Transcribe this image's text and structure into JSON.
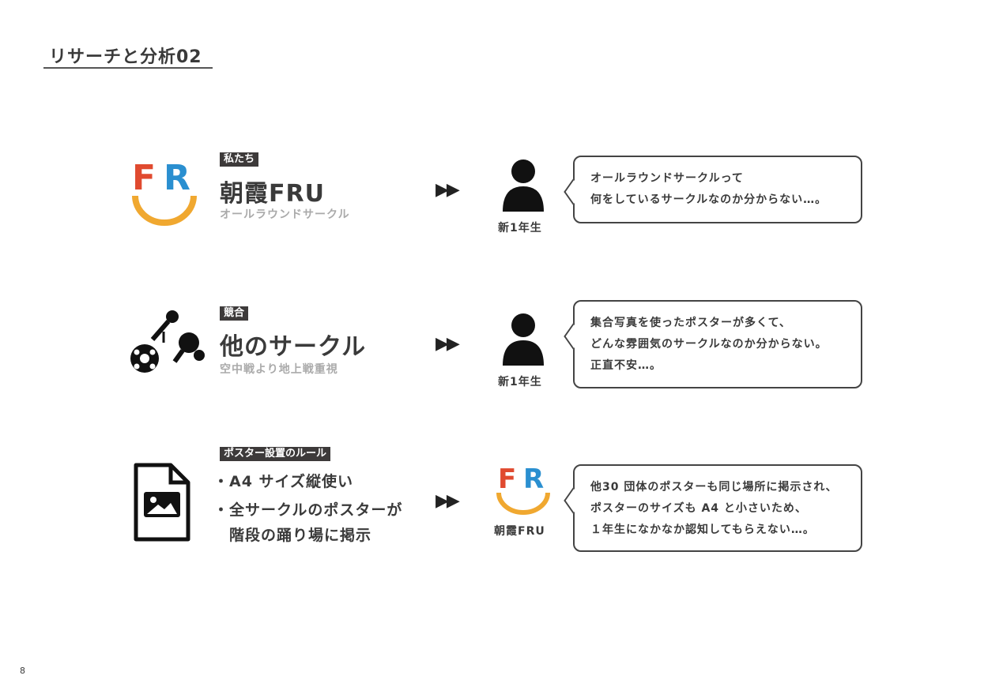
{
  "title": "リサーチと分析02",
  "page_number": "8",
  "colors": {
    "logo_f": "#e04a2f",
    "logo_r": "#2a8fd0",
    "logo_arc": "#f0a830"
  },
  "rows": [
    {
      "tag": "私たち",
      "name": "朝霞FRU",
      "subtitle": "オールラウンドサークル",
      "audience": "新1年生",
      "arrow": "▶▶",
      "bubble": [
        "オールラウンドサークルって",
        "何をしているサークルなのか分からない…。"
      ]
    },
    {
      "tag": "競合",
      "name": "他のサークル",
      "subtitle": "空中戦より地上戦重視",
      "audience": "新1年生",
      "arrow": "▶▶",
      "bubble": [
        "集合写真を使ったポスターが多くて、",
        "どんな雰囲気のサークルなのか分からない。",
        "正直不安…。"
      ]
    },
    {
      "tag": "ポスター設置のルール",
      "bullets": [
        "・A4 サイズ縦使い",
        "・全サークルのポスターが",
        "　階段の踊り場に掲示"
      ],
      "audience": "朝霞FRU",
      "arrow": "▶▶",
      "bubble": [
        "他30 団体のポスターも同じ場所に掲示され、",
        "ポスターのサイズも A4 と小さいため、",
        "１年生になかなか認知してもらえない…。"
      ]
    }
  ]
}
